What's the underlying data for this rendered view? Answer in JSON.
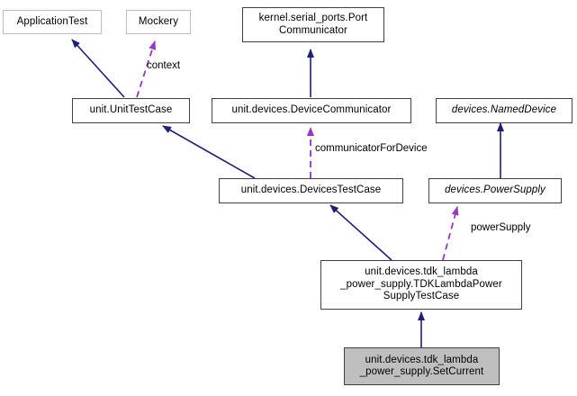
{
  "diagram": {
    "type": "uml-class-inheritance-diagram",
    "title": "unit.devices.tdk_lambda_power_supply.SetCurrent",
    "colors": {
      "inheritance_arrow": "#1f1f7a",
      "association_arrow": "#9933cc",
      "node_border": "#404040",
      "node_border_light": "#bdbdbd",
      "node_fill": "#ffffff",
      "current_node_fill": "#bfbfbf",
      "text": "#000000",
      "background": "#ffffff"
    },
    "nodes": [
      {
        "id": "application-test",
        "label": "ApplicationTest",
        "style": "light",
        "italic": false,
        "current": false
      },
      {
        "id": "mockery",
        "label": "Mockery",
        "style": "light",
        "italic": false,
        "current": false
      },
      {
        "id": "port-communicator",
        "label": "kernel.serial_ports.Port\nCommunicator",
        "style": "dark",
        "italic": false,
        "current": false
      },
      {
        "id": "unit-unittestcase",
        "label": "unit.UnitTestCase",
        "style": "dark",
        "italic": false,
        "current": false
      },
      {
        "id": "device-communicator",
        "label": "unit.devices.DeviceCommunicator",
        "style": "dark",
        "italic": false,
        "current": false
      },
      {
        "id": "named-device",
        "label": "devices.NamedDevice",
        "style": "dark",
        "italic": true,
        "current": false
      },
      {
        "id": "devices-testcase",
        "label": "unit.devices.DevicesTestCase",
        "style": "dark",
        "italic": false,
        "current": false
      },
      {
        "id": "power-supply",
        "label": "devices.PowerSupply",
        "style": "dark",
        "italic": true,
        "current": false
      },
      {
        "id": "tdk-lambda-testcase",
        "label": "unit.devices.tdk_lambda\n_power_supply.TDKLambdaPower\nSupplyTestCase",
        "style": "dark",
        "italic": false,
        "current": false
      },
      {
        "id": "set-current",
        "label": "unit.devices.tdk_lambda\n_power_supply.SetCurrent",
        "style": "dark",
        "italic": false,
        "current": true
      }
    ],
    "edges": [
      {
        "id": "unittestcase-to-applicationtest",
        "from": "unit-unittestcase",
        "to": "application-test",
        "kind": "inheritance",
        "label": ""
      },
      {
        "id": "unittestcase-to-mockery",
        "from": "unit-unittestcase",
        "to": "mockery",
        "kind": "association",
        "label": "context"
      },
      {
        "id": "devicecommunicator-to-portcommunicator",
        "from": "device-communicator",
        "to": "port-communicator",
        "kind": "inheritance",
        "label": ""
      },
      {
        "id": "devicestestcase-to-unittestcase",
        "from": "devices-testcase",
        "to": "unit-unittestcase",
        "kind": "inheritance",
        "label": ""
      },
      {
        "id": "devicestestcase-to-devicecommunicator",
        "from": "devices-testcase",
        "to": "device-communicator",
        "kind": "association",
        "label": "communicatorForDevice"
      },
      {
        "id": "powersupply-to-nameddevice",
        "from": "power-supply",
        "to": "named-device",
        "kind": "inheritance",
        "label": ""
      },
      {
        "id": "tdklambda-to-devicestestcase",
        "from": "tdk-lambda-testcase",
        "to": "devices-testcase",
        "kind": "inheritance",
        "label": ""
      },
      {
        "id": "tdklambda-to-powersupply",
        "from": "tdk-lambda-testcase",
        "to": "power-supply",
        "kind": "association",
        "label": "powerSupply"
      },
      {
        "id": "setcurrent-to-tdklambda",
        "from": "set-current",
        "to": "tdk-lambda-testcase",
        "kind": "inheritance",
        "label": ""
      }
    ],
    "edge_labels": [
      {
        "id": "label-context",
        "text": "context"
      },
      {
        "id": "label-communicator-for-device",
        "text": "communicatorForDevice"
      },
      {
        "id": "label-power-supply",
        "text": "powerSupply"
      }
    ]
  }
}
